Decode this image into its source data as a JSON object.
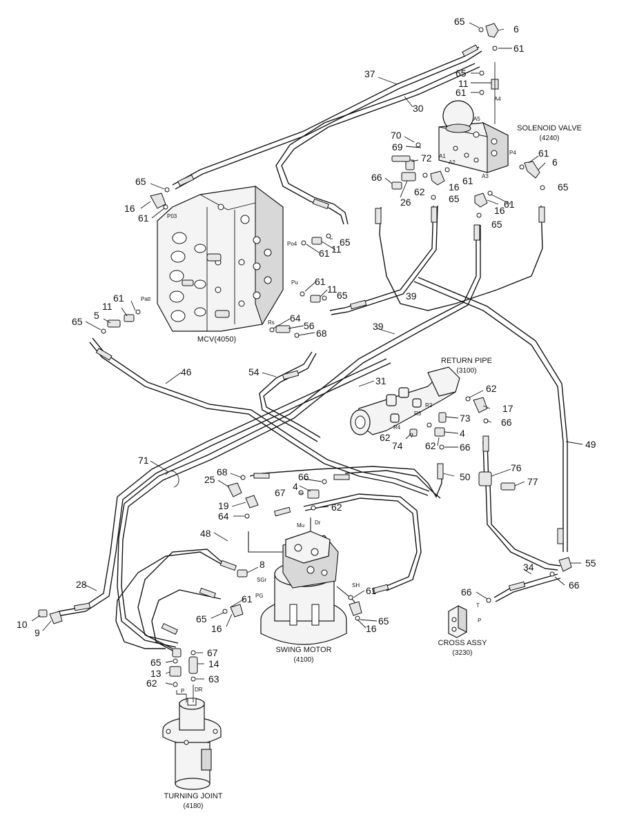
{
  "components": {
    "solenoid_valve": {
      "name": "SOLENOID VALVE",
      "code": "(4240)"
    },
    "mcv": {
      "name": "MCV(4050)"
    },
    "return_pipe": {
      "name": "RETURN PIPE",
      "code": "(3100)"
    },
    "swing_motor": {
      "name": "SWING MOTOR",
      "code": "(4100)"
    },
    "turning_joint": {
      "name": "TURNING JOINT",
      "code": "(4180)"
    },
    "cross_assy": {
      "name": "CROSS ASSY",
      "code": "(3230)"
    }
  },
  "port_labels": {
    "a1": "A1",
    "a2": "A2",
    "a3": "A3",
    "a4": "A4",
    "a5": "A5",
    "p4": "P4",
    "p03": "P03",
    "po4": "Po4",
    "pu": "Pu",
    "patt": "Patt",
    "rs": "Rs",
    "r2": "R2",
    "r3": "R3",
    "r4": "R4",
    "mu": "Mu",
    "dr_motor": "Dr",
    "sgr": "SGr",
    "pg": "PG",
    "sh": "SH",
    "p_joint": "P",
    "dr_joint": "DR",
    "t_cross": "T",
    "p_cross": "P"
  },
  "callouts": {
    "c65a": "65",
    "c6a": "6",
    "c61a": "61",
    "c37": "37",
    "c65b": "65",
    "c11a": "11",
    "c61b": "61",
    "c30": "30",
    "c70": "70",
    "c69": "69",
    "c72": "72",
    "c61c": "61",
    "c6b": "6",
    "c66a": "66",
    "c62a": "62",
    "c16a": "16",
    "c61d": "61",
    "c65c": "65",
    "c26": "26",
    "c65d": "65",
    "c16b": "16",
    "c61e": "61",
    "c65e": "65",
    "c65f": "65",
    "c16c": "16",
    "c61f": "61",
    "c65g": "65",
    "c61g": "61",
    "c11b": "11",
    "c61h": "61",
    "c11c": "11",
    "c65h": "65",
    "c39a": "39",
    "c61i": "61",
    "c11d": "11",
    "c5": "5",
    "c65i": "65",
    "c64a": "64",
    "c56": "56",
    "c68a": "68",
    "c39b": "39",
    "c46": "46",
    "c54": "54",
    "c31": "31",
    "c62b": "62",
    "c17": "17",
    "c73": "73",
    "c66b": "66",
    "c4a": "4",
    "c62c": "62",
    "c74": "74",
    "c62d": "62",
    "c66c": "66",
    "c71": "71",
    "c49": "49",
    "c68b": "68",
    "c25": "25",
    "c66d": "66",
    "c4b": "4",
    "c67a": "67",
    "c62e": "62",
    "c19": "19",
    "c64b": "64",
    "c50": "50",
    "c76": "76",
    "c77": "77",
    "c48": "48",
    "c8": "8",
    "c55": "55",
    "c34": "34",
    "c28": "28",
    "c66e": "66",
    "c61j": "61",
    "c10": "10",
    "c9": "9",
    "c65j": "65",
    "c16d": "16",
    "c16e": "16",
    "c65k": "65",
    "c66f": "66",
    "c65l": "65",
    "c67b": "67",
    "c13": "13",
    "c14": "14",
    "c62f": "62",
    "c63": "63"
  }
}
